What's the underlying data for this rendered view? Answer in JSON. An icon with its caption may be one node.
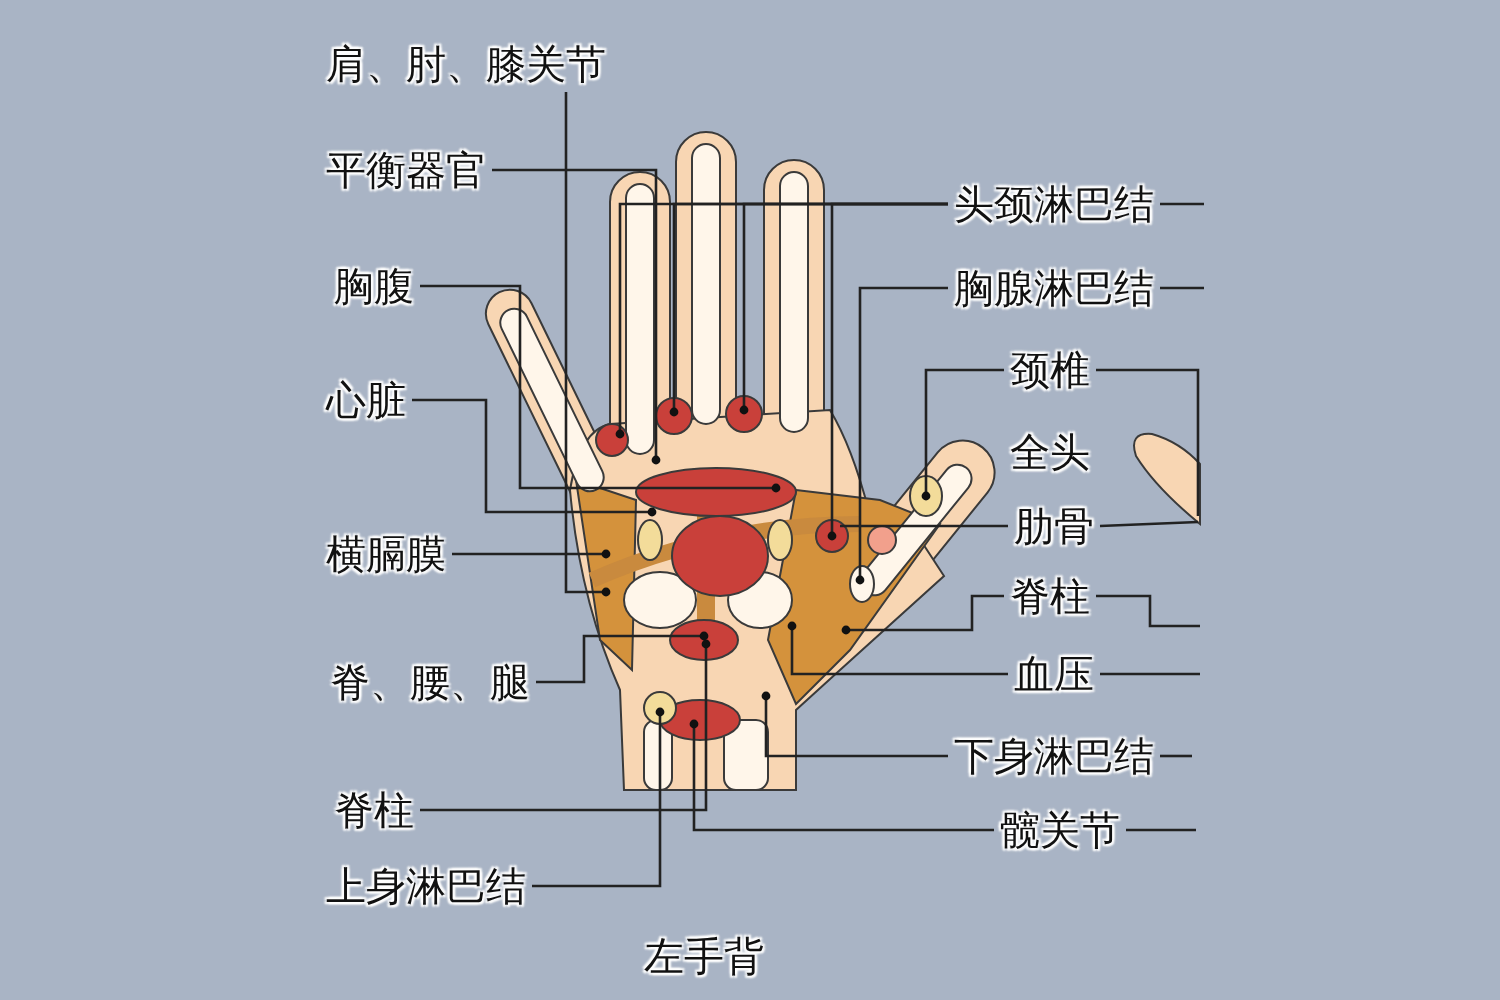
{
  "diagram": {
    "caption": "左手背",
    "nodes": [
      {
        "text": [
          "肩、肘、膝关节"
        ]
      },
      {
        "text": [
          "平衡器官"
        ]
      },
      {
        "text": [
          "胸腹"
        ]
      },
      {
        "text": [
          "心脏"
        ]
      },
      {
        "text": [
          "横膈膜"
        ]
      },
      {
        "text": [
          "脊、腰、腿"
        ]
      },
      {
        "text": [
          "脊柱"
        ]
      },
      {
        "text": [
          "上身淋巴结"
        ]
      },
      {
        "text": [
          "头颈淋巴结"
        ]
      },
      {
        "text": [
          "胸腺淋巴结"
        ]
      },
      {
        "text": [
          "颈椎"
        ]
      },
      {
        "text": [
          "肋骨"
        ]
      },
      {
        "text": [
          "脊柱"
        ]
      },
      {
        "text": [
          "血压"
        ]
      },
      {
        "text": [
          "下身淋巴结"
        ]
      },
      {
        "text": [
          "髋关节"
        ]
      },
      {
        "text": [],
        "shape": "picture"
      }
    ],
    "edges": [
      {
        "from": 0,
        "to": null,
        "arrow": "other"
      },
      {
        "from": 1,
        "to": null,
        "arrow": "other"
      },
      {
        "from": 2,
        "to": null,
        "arrow": "other"
      },
      {
        "from": 3,
        "to": null,
        "arrow": "other"
      },
      {
        "from": 4,
        "to": null,
        "arrow": "other"
      },
      {
        "from": 5,
        "to": null,
        "arrow": "other"
      },
      {
        "from": 6,
        "to": null,
        "arrow": "other"
      },
      {
        "from": 7,
        "to": null,
        "arrow": "other"
      },
      {
        "from": 8,
        "to": null,
        "arrow": "other"
      },
      {
        "from": 8,
        "to": null,
        "arrow": "other"
      },
      {
        "from": 8,
        "to": null,
        "arrow": "other"
      },
      {
        "from": 8,
        "to": null,
        "arrow": "other"
      },
      {
        "from": 8,
        "to": null,
        "arrow": "none"
      },
      {
        "from": 9,
        "to": null,
        "arrow": "other"
      },
      {
        "from": 9,
        "to": null,
        "arrow": "none"
      },
      {
        "from": 10,
        "to": null,
        "arrow": "other"
      },
      {
        "from": 10,
        "to": 16,
        "arrow": "none"
      },
      {
        "from": 11,
        "to": null,
        "arrow": "none"
      },
      {
        "from": 11,
        "to": 16,
        "arrow": "none"
      },
      {
        "from": 12,
        "to": null,
        "arrow": "other"
      },
      {
        "from": 12,
        "to": null,
        "arrow": "none"
      },
      {
        "from": 13,
        "to": null,
        "arrow": "other"
      },
      {
        "from": 13,
        "to": null,
        "arrow": "none"
      },
      {
        "from": 14,
        "to": null,
        "arrow": "other"
      },
      {
        "from": 14,
        "to": null,
        "arrow": "none"
      },
      {
        "from": 15,
        "to": null,
        "arrow": "other"
      },
      {
        "from": 15,
        "to": null,
        "arrow": "none"
      }
    ],
    "labels": [
      "全头"
    ]
  }
}
